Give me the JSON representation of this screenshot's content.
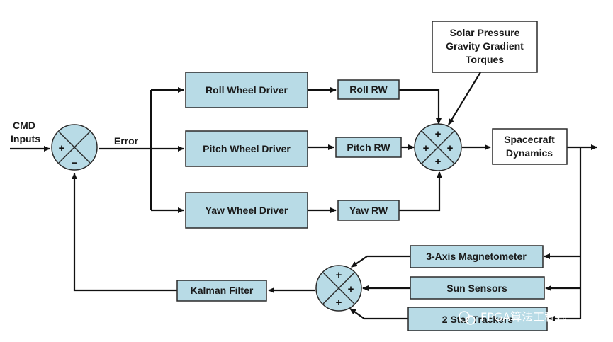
{
  "inputs": {
    "cmd_line1": "CMD",
    "cmd_line2": "Inputs",
    "error": "Error"
  },
  "blocks": {
    "roll_driver": "Roll Wheel Driver",
    "pitch_driver": "Pitch Wheel Driver",
    "yaw_driver": "Yaw Wheel Driver",
    "roll_rw": "Roll RW",
    "pitch_rw": "Pitch RW",
    "yaw_rw": "Yaw RW",
    "disturbance": [
      "Solar Pressure",
      "Gravity Gradient",
      "Torques"
    ],
    "dynamics": [
      "Spacecraft",
      "Dynamics"
    ],
    "magnetometer": "3-Axis Magnetometer",
    "sun_sensors": "Sun Sensors",
    "star_trackers": "2 Star Trackers",
    "kalman": "Kalman Filter"
  },
  "signs": {
    "plus": "+",
    "minus": "−"
  },
  "watermark": "FPGA算法工程师",
  "colors": {
    "block_fill": "#b8dbe6",
    "outline": "#2a2a2a",
    "line": "#111111"
  }
}
